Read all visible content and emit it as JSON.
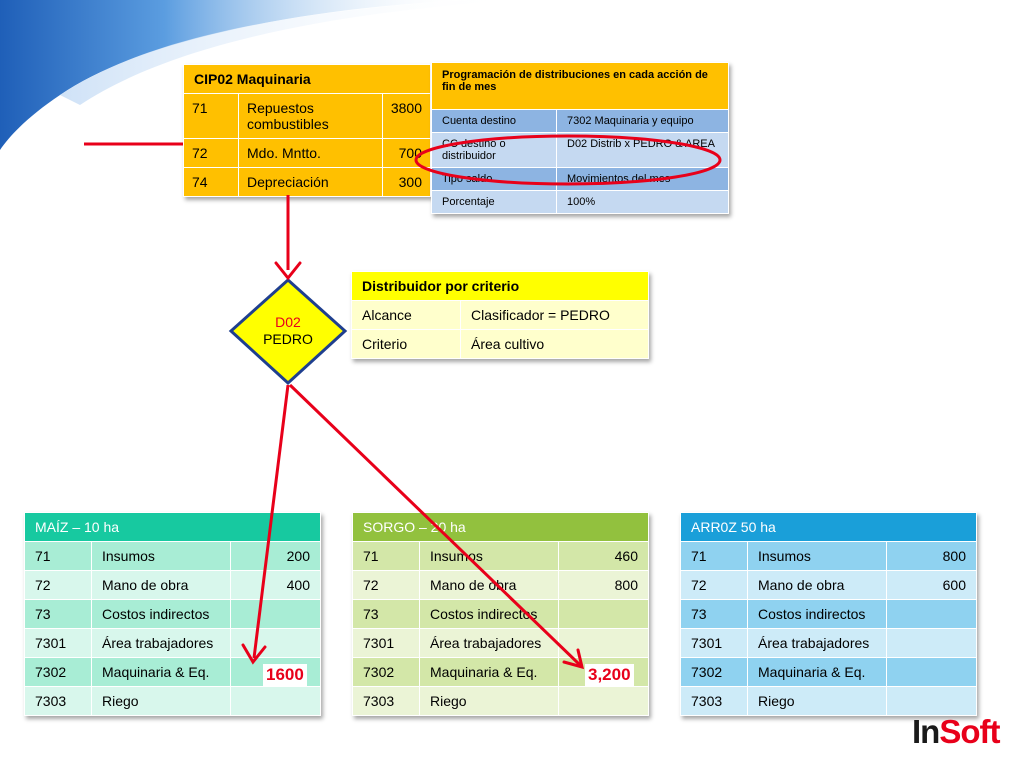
{
  "cip": {
    "title": "CIP02 Maquinaria",
    "rows": [
      {
        "code": "71",
        "name": "Repuestos combustibles",
        "value": "3800"
      },
      {
        "code": "72",
        "name": "Mdo. Mntto.",
        "value": "700"
      },
      {
        "code": "74",
        "name": "Depreciación",
        "value": "300"
      }
    ]
  },
  "prog": {
    "title": "Programación de distribuciones en cada acción de fin de mes",
    "rows": [
      {
        "label": "Cuenta destino",
        "value": "7302 Maquinaria y equipo"
      },
      {
        "label": "CC destino o distribuidor",
        "value": "D02 Distrib x PEDRO & AREA"
      },
      {
        "label": "Tipo saldo",
        "value": "Movimientos del mes"
      },
      {
        "label": "Porcentaje",
        "value": "100%"
      }
    ]
  },
  "dist": {
    "title": "Distribuidor por criterio",
    "rows": [
      {
        "label": "Alcance",
        "value": "Clasificador = PEDRO"
      },
      {
        "label": "Criterio",
        "value": "Área cultivo"
      }
    ]
  },
  "diamond": {
    "code": "D02",
    "name": "PEDRO"
  },
  "maiz": {
    "title": "MAÍZ – 10 ha",
    "rows": [
      {
        "code": "71",
        "name": "Insumos",
        "value": "200"
      },
      {
        "code": "72",
        "name": "Mano de obra",
        "value": "400"
      },
      {
        "code": "73",
        "name": "Costos indirectos",
        "value": ""
      },
      {
        "code": "7301",
        "name": "Área trabajadores",
        "value": ""
      },
      {
        "code": "7302",
        "name": "Maquinaria & Eq.",
        "value": ""
      },
      {
        "code": "7303",
        "name": "Riego",
        "value": ""
      }
    ]
  },
  "sorgo": {
    "title": "SORGO – 20 ha",
    "rows": [
      {
        "code": "71",
        "name": "Insumos",
        "value": "460"
      },
      {
        "code": "72",
        "name": "Mano de obra",
        "value": "800"
      },
      {
        "code": "73",
        "name": "Costos indirectos",
        "value": ""
      },
      {
        "code": "7301",
        "name": "Área trabajadores",
        "value": ""
      },
      {
        "code": "7302",
        "name": "Maquinaria & Eq.",
        "value": ""
      },
      {
        "code": "7303",
        "name": "Riego",
        "value": ""
      }
    ]
  },
  "arroz": {
    "title": "ARR0Z 50 ha",
    "rows": [
      {
        "code": "71",
        "name": "Insumos",
        "value": "800"
      },
      {
        "code": "72",
        "name": "Mano de obra",
        "value": "600"
      },
      {
        "code": "73",
        "name": "Costos indirectos",
        "value": ""
      },
      {
        "code": "7301",
        "name": "Área trabajadores",
        "value": ""
      },
      {
        "code": "7302",
        "name": "Maquinaria & Eq.",
        "value": ""
      },
      {
        "code": "7303",
        "name": "Riego",
        "value": ""
      }
    ]
  },
  "results": {
    "maiz": "1600",
    "sorgo": "3,200"
  },
  "logo": {
    "part1": "In",
    "part2": "Soft"
  },
  "colors": {
    "arrow": "#e8001a",
    "accent_orange": "#ffc000",
    "accent_blue": "#1a9fd9"
  }
}
